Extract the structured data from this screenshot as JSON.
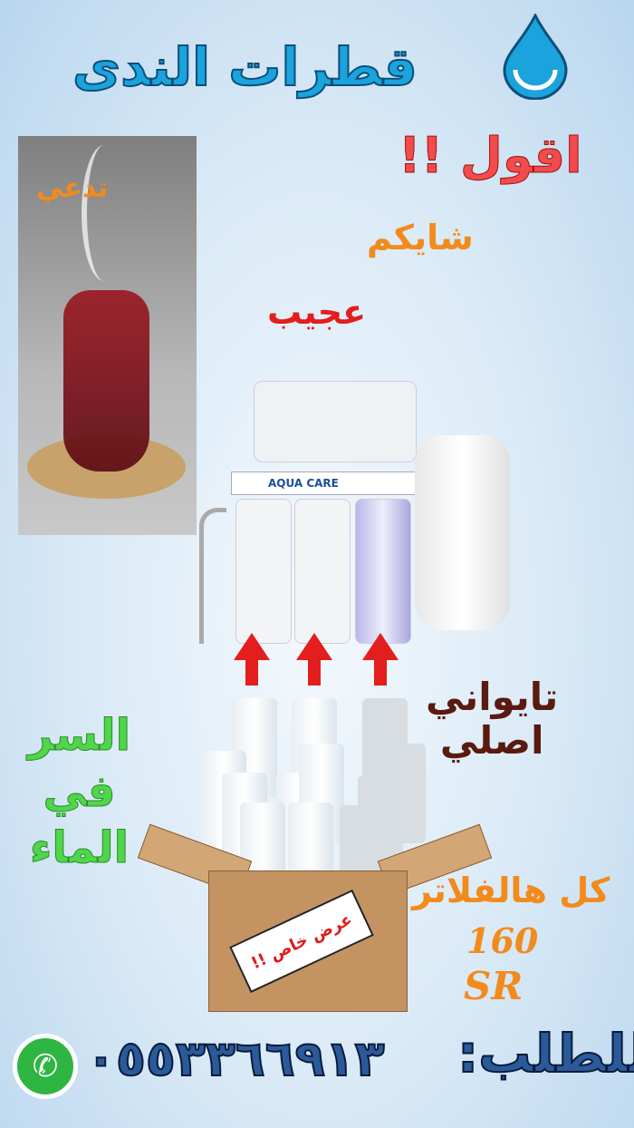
{
  "brand": {
    "name": "قطرات الندى",
    "icon": "water-drop-icon",
    "color": "#1aa3dc"
  },
  "headline": {
    "line1": "اقول !!",
    "line2": "شايكم",
    "line3": "عجيب"
  },
  "tea_caption": "تدعي",
  "origin": {
    "line1": "تايواني",
    "line2": "اصلي"
  },
  "secret": {
    "line1": "السر",
    "line2": "في",
    "line3": "الماء"
  },
  "product_label": "AQUA CARE",
  "offer_sticker": "عرض خاص !!",
  "price": {
    "label": "كل هالفلاتر",
    "amount": "160",
    "currency": "SR"
  },
  "order": {
    "label": "للطلب:",
    "phone": "٠٥٥٣٣٦٦٩١٣",
    "icon": "whatsapp-icon"
  },
  "colors": {
    "red": "#e41d1d",
    "orange": "#f28a1c",
    "green": "#4fd64a",
    "navy": "#2a5a9a",
    "brown": "#5a1a10"
  }
}
